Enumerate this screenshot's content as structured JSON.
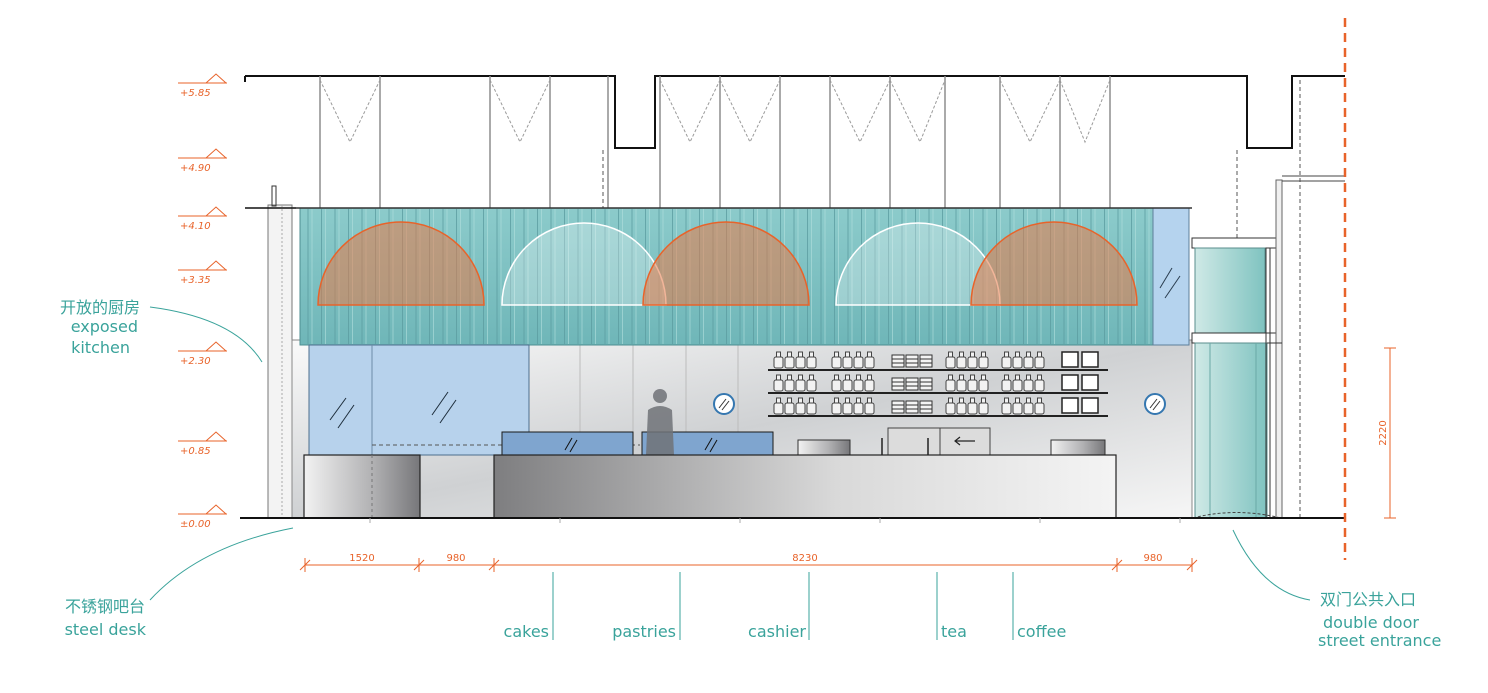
{
  "levels": [
    "+5.85",
    "+4.90",
    "+4.10",
    "+3.35",
    "+2.30",
    "+0.85",
    "±0.00"
  ],
  "dimensions": {
    "d1": "1520",
    "d2": "980",
    "d3": "8230",
    "d4": "980",
    "height": "2220"
  },
  "labels": {
    "kitchen_cn": "开放的厨房",
    "kitchen_en1": "exposed",
    "kitchen_en2": "kitchen",
    "desk_cn": "不锈钢吧台",
    "desk_en": "steel desk",
    "entrance_cn": "双门公共入口",
    "entrance_en1": "double door",
    "entrance_en2": "street entrance"
  },
  "stations": [
    "cakes",
    "pastries",
    "cashier",
    "tea",
    "coffee"
  ],
  "colors": {
    "accent": "#e8632a",
    "teal_text": "#3aa39b",
    "glass_band": "#7fc3c4",
    "glass_blue": "#bcd6ec"
  }
}
